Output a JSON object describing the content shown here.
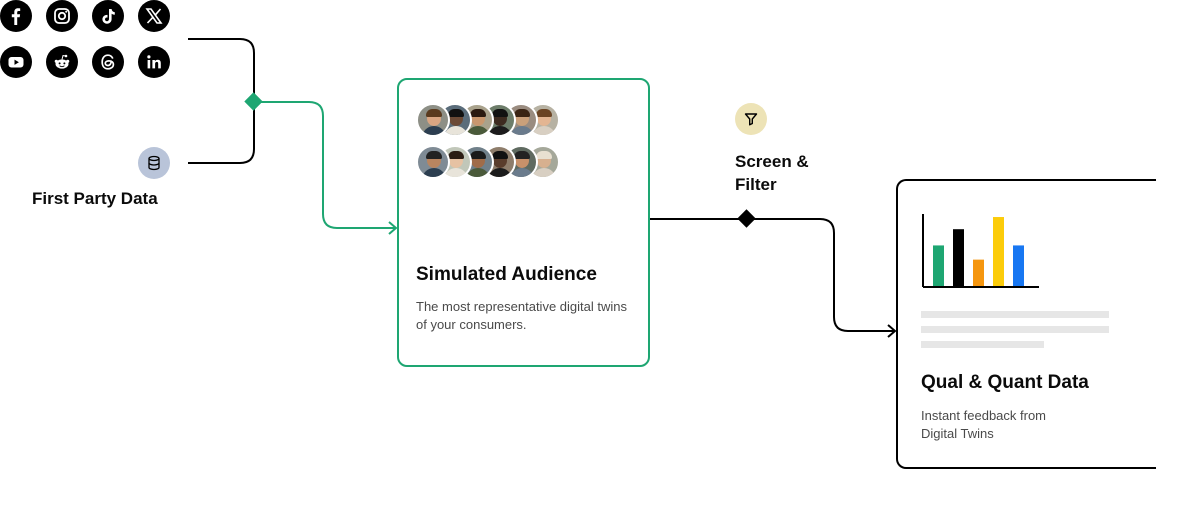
{
  "sources": {
    "social_icons": [
      "facebook-icon",
      "instagram-icon",
      "tiktok-icon",
      "x-icon",
      "youtube-icon",
      "reddit-icon",
      "threads-icon",
      "linkedin-icon"
    ],
    "first_party_label": "First Party Data",
    "first_party_icon": "database-icon"
  },
  "audience_card": {
    "title": "Simulated Audience",
    "description": "The most representative digital twins of your consumers.",
    "border_color": "#1ea672",
    "avatar_count": 12
  },
  "filter_step": {
    "label_line1": "Screen &",
    "label_line2": "Filter",
    "icon": "filter-icon",
    "icon_bg": "#ede3b6"
  },
  "output_card": {
    "title": "Qual & Quant Data",
    "description_line1": "Instant feedback from",
    "description_line2": "Digital Twins"
  },
  "chart_data": {
    "type": "bar",
    "categories": [
      "",
      "",
      "",
      "",
      "",
      ""
    ],
    "values": [
      40,
      56,
      26,
      68,
      40,
      0
    ],
    "colors": [
      "#1ea672",
      "#000000",
      "#f5960f",
      "#fccc0a",
      "#1877f2"
    ],
    "title": "",
    "xlabel": "",
    "ylabel": "",
    "ylim": [
      0,
      70
    ],
    "grid": false
  },
  "colors": {
    "accent_green": "#1ea672",
    "connector_black": "#000000",
    "database_icon_bg": "#b9c4d9"
  }
}
